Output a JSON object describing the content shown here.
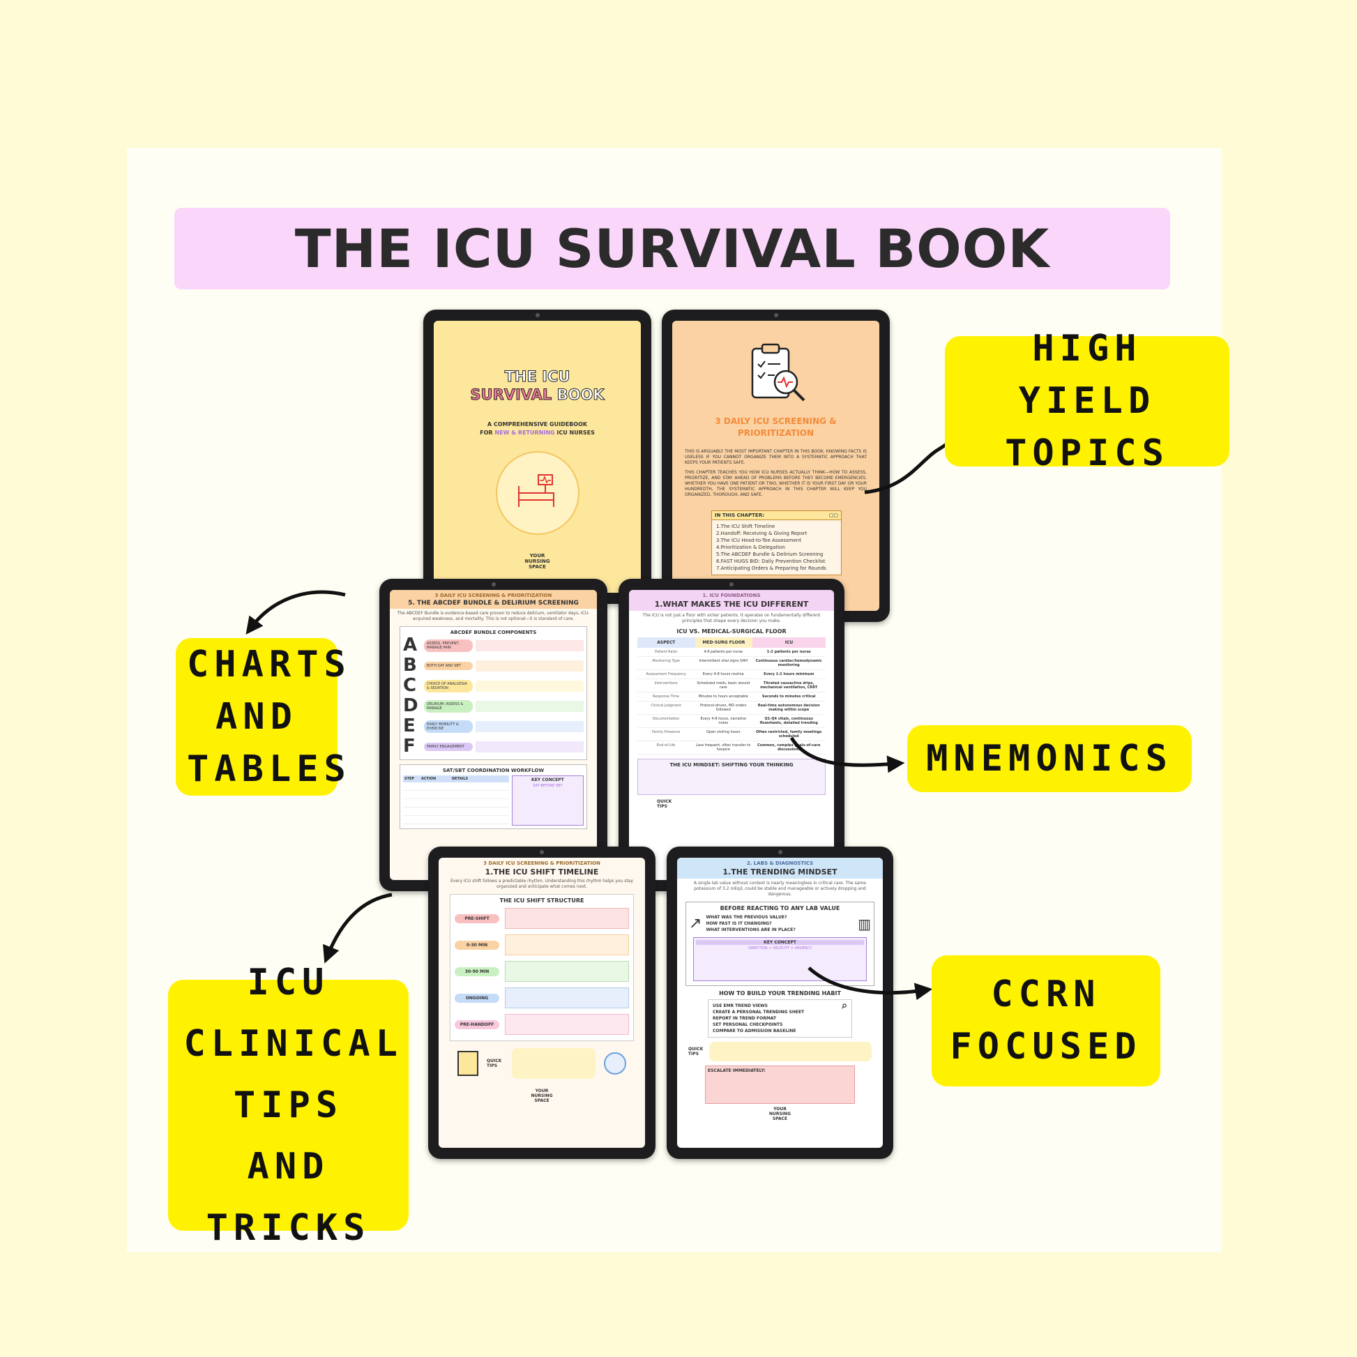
{
  "banner": {
    "title": "THE ICU SURVIVAL BOOK"
  },
  "labels": {
    "high_yield": "HIGH YIELD TOPICS",
    "charts": "CHARTS AND TABLES",
    "mnemonics": "MNEMONICS",
    "ccrn": "CCRN FOCUSED",
    "clinical": "ICU CLINICAL TIPS AND TRICKS"
  },
  "colors": {
    "background": "#fffbd6",
    "banner": "#fbd6fb",
    "label": "#fff200"
  },
  "cover": {
    "title1": "THE ICU",
    "title2a": "SURVIVAL",
    "title2b": "BOOK",
    "sub1": "A COMPREHENSIVE GUIDEBOOK",
    "sub2a": "FOR",
    "sub2b": "NEW & RETURNING",
    "sub2c": "ICU NURSES",
    "brand": "YOUR NURSING SPACE"
  },
  "chapter3": {
    "title": "3 DAILY ICU SCREENING & PRIORITIZATION",
    "p1": "THIS IS ARGUABLY THE MOST IMPORTANT CHAPTER IN THIS BOOK. KNOWING FACTS IS USELESS IF YOU CANNOT ORGANIZE THEM INTO A SYSTEMATIC APPROACH THAT KEEPS YOUR PATIENTS SAFE.",
    "p2": "THIS CHAPTER TEACHES YOU HOW ICU NURSES ACTUALLY THINK—HOW TO ASSESS, PRIORITIZE, AND STAY AHEAD OF PROBLEMS BEFORE THEY BECOME EMERGENCIES. WHETHER YOU HAVE ONE PATIENT OR TWO, WHETHER IT IS YOUR FIRST DAY OR YOUR HUNDREDTH, THE SYSTEMATIC APPROACH IN THIS CHAPTER WILL KEEP YOU ORGANIZED, THOROUGH, AND SAFE.",
    "box_title": "IN THIS CHAPTER:",
    "items": [
      "1.The ICU Shift Timeline",
      "2.Handoff: Receiving & Giving Report",
      "3.The ICU Head-to-Toe Assessment",
      "4.Prioritization & Delegation",
      "5.The ABCDEF Bundle & Delirium Screening",
      "6.FAST HUGS BID: Daily Prevention Checklist",
      "7.Anticipating Orders & Preparing for Rounds"
    ]
  },
  "abcdef": {
    "header": "3 DAILY ICU SCREENING & PRIORITIZATION",
    "title": "5. THE ABCDEF BUNDLE & DELIRIUM SCREENING",
    "sub": "The ABCDEF Bundle is evidence-based care proven to reduce delirium, ventilator days, ICU-acquired weakness, and mortality. This is not optional—it is standard of care.",
    "components_title": "ABCDEF BUNDLE COMPONENTS",
    "letters": [
      "A",
      "B",
      "C",
      "D",
      "E",
      "F"
    ],
    "pills": [
      "ASSESS, PREVENT, MANAGE PAIN",
      "BOTH SAT AND SBT",
      "CHOICE OF ANALGESIA & SEDATION",
      "DELIRIUM: ASSESS & MANAGE",
      "EARLY MOBILITY & EXERCISE",
      "FAMILY ENGAGEMENT"
    ],
    "workflow_title": "SAT/SBT COORDINATION WORKFLOW",
    "cols": [
      "STEP",
      "ACTION",
      "DETAILS"
    ],
    "key": "KEY CONCEPT",
    "key_sub": "SAT BEFORE SBT"
  },
  "foundations": {
    "header": "1. ICU FOUNDATIONS",
    "title": "1.WHAT MAKES THE ICU DIFFERENT",
    "sub": "The ICU is not just a floor with sicker patients. It operates on fundamentally different principles that shape every decision you make.",
    "table_title": "ICU VS. MEDICAL-SURGICAL FLOOR",
    "cols": [
      "ASPECT",
      "MED-SURG FLOOR",
      "ICU"
    ],
    "rows": [
      [
        "Patient Ratio",
        "4-6 patients per nurse",
        "1-2 patients per nurse"
      ],
      [
        "Monitoring Type",
        "Intermittent vital signs Q4H",
        "Continuous cardiac/hemodynamic monitoring"
      ],
      [
        "Assessment Frequency",
        "Every 4-8 hours routine",
        "Every 1-2 hours minimum"
      ],
      [
        "Interventions",
        "Scheduled meds, basic wound care",
        "Titrated vasoactive drips, mechanical ventilation, CRRT"
      ],
      [
        "Response Time",
        "Minutes to hours acceptable",
        "Seconds to minutes critical"
      ],
      [
        "Clinical Judgment",
        "Protocol-driven, MD orders followed",
        "Real-time autonomous decision making within scope"
      ],
      [
        "Documentation",
        "Every 4-8 hours, narrative notes",
        "Q1-Q4 vitals, continuous flowsheets, detailed trending"
      ],
      [
        "Family Presence",
        "Open visiting hours",
        "Often restricted, family meetings scheduled"
      ],
      [
        "End-of-Life",
        "Less frequent, often transfer to hospice",
        "Common, complex goals-of-care discussions"
      ]
    ],
    "mindset": "THE ICU MINDSET: SHIFTING YOUR THINKING",
    "quick": "QUICK TIPS"
  },
  "timeline": {
    "header": "3 DAILY ICU SCREENING & PRIORITIZATION",
    "title": "1.THE ICU SHIFT TIMELINE",
    "sub": "Every ICU shift follows a predictable rhythm. Understanding this rhythm helps you stay organized and anticipate what comes next.",
    "structure": "THE ICU SHIFT STRUCTURE",
    "phases": [
      "PRE-SHIFT",
      "0-30 MIN",
      "30-90 MIN",
      "ONGOING",
      "PRE-HANDOFF"
    ],
    "quick": "QUICK TIPS",
    "brand": "YOUR NURSING SPACE"
  },
  "labs": {
    "header": "2. LABS & DIAGNOSTICS",
    "title": "1.THE TRENDING MINDSET",
    "sub": "A single lab value without context is nearly meaningless in critical care. The same potassium of 3.2 mEq/L could be stable and manageable or actively dropping and dangerous.",
    "before": "BEFORE REACTING TO ANY LAB VALUE",
    "questions": [
      "WHAT WAS THE PREVIOUS VALUE?",
      "HOW FAST IS IT CHANGING?",
      "WHAT INTERVENTIONS ARE IN PLACE?"
    ],
    "key": "KEY CONCEPT",
    "key_sub": "DIRECTION + VELOCITY = URGENCY",
    "habit": "HOW TO BUILD YOUR TRENDING HABIT",
    "habits": [
      "USE EMR TREND VIEWS",
      "CREATE A PERSONAL TRENDING SHEET",
      "REPORT IN TREND FORMAT",
      "SET PERSONAL CHECKPOINTS",
      "COMPARE TO ADMISSION BASELINE"
    ],
    "escalate": "ESCALATE IMMEDIATELY:",
    "quick": "QUICK TIPS",
    "brand": "YOUR NURSING SPACE"
  }
}
